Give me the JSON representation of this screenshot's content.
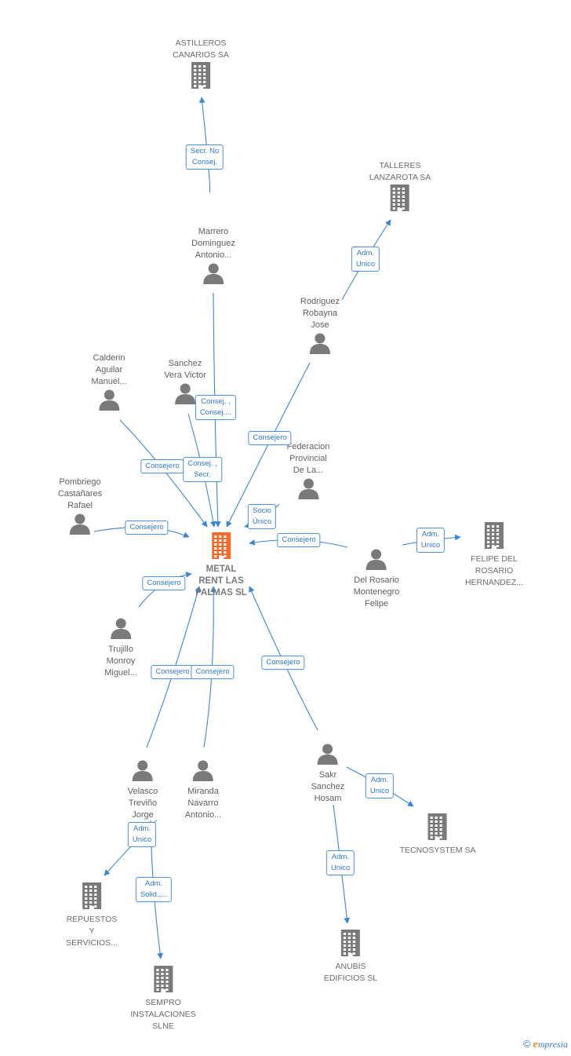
{
  "colors": {
    "edge": "#3d85d6",
    "icon": "#7a7a7a",
    "main_icon": "#f26a2d",
    "label_border": "#4a8fd8"
  },
  "nodes": [
    {
      "id": "main",
      "type": "company",
      "main": true,
      "label": "METAL\nRENT LAS\nPALMAS  SL"
    },
    {
      "id": "astilleros",
      "type": "company",
      "label": "ASTILLEROS\nCANARIOS SA"
    },
    {
      "id": "talleres",
      "type": "company",
      "label": "TALLERES\nLANZAROTA SA"
    },
    {
      "id": "felipe_del_rosario",
      "type": "company",
      "label": "FELIPE DEL\nROSARIO\nHERNANDEZ..."
    },
    {
      "id": "tecnosystem",
      "type": "company",
      "label": "TECNOSYSTEM SA"
    },
    {
      "id": "anubis",
      "type": "company",
      "label": "ANUBIS\nEDIFICIOS  SL"
    },
    {
      "id": "repuestos",
      "type": "company",
      "label": "REPUESTOS\nY\nSERVICIOS..."
    },
    {
      "id": "sempro",
      "type": "company",
      "label": "SEMPRO\nINSTALACIONES\nSLNE"
    },
    {
      "id": "marrero",
      "type": "person",
      "label": "Marrero\nDominguez\nAntonio..."
    },
    {
      "id": "rodriguez",
      "type": "person",
      "label": "Rodriguez\nRobayna\nJose"
    },
    {
      "id": "calderin",
      "type": "person",
      "label": "Calderin\nAguilar\nManuel..."
    },
    {
      "id": "sanchez_vera",
      "type": "person",
      "label": "Sanchez\nVera Victor"
    },
    {
      "id": "federacion",
      "type": "person",
      "label": "Federacion\nProvincial\nDe La..."
    },
    {
      "id": "pombriego",
      "type": "person",
      "label": "Pombriego\nCastañares\nRafael"
    },
    {
      "id": "del_rosario",
      "type": "person",
      "label": "Del Rosario\nMontenegro\nFelipe"
    },
    {
      "id": "trujillo",
      "type": "person",
      "label": "Trujillo\nMonroy\nMiguel..."
    },
    {
      "id": "velasco",
      "type": "person",
      "label": "Velasco\nTreviño\nJorge"
    },
    {
      "id": "miranda",
      "type": "person",
      "label": "Miranda\nNavarro\nAntonio..."
    },
    {
      "id": "sakr",
      "type": "person",
      "label": "Sakr\nSanchez\nHosam"
    }
  ],
  "edges": [
    {
      "from": "marrero",
      "to": "astilleros",
      "label": "Secr.  No\nConsej."
    },
    {
      "from": "rodriguez",
      "to": "talleres",
      "label": "Adm.\nUnico"
    },
    {
      "from": "marrero",
      "to": "main",
      "label": "Consej. ,\nConsej...."
    },
    {
      "from": "rodriguez",
      "to": "main",
      "label": "Consejero"
    },
    {
      "from": "calderin",
      "to": "main",
      "label": "Consejero"
    },
    {
      "from": "sanchez_vera",
      "to": "main",
      "label": "Consej. ,\nSecr."
    },
    {
      "from": "federacion",
      "to": "main",
      "label": "Socio\nÚnico"
    },
    {
      "from": "pombriego",
      "to": "main",
      "label": "Consejero"
    },
    {
      "from": "del_rosario",
      "to": "main",
      "label": "Consejero"
    },
    {
      "from": "del_rosario",
      "to": "felipe_del_rosario",
      "label": "Adm.\nUnico"
    },
    {
      "from": "trujillo",
      "to": "main",
      "label": "Consejero"
    },
    {
      "from": "velasco",
      "to": "main",
      "label": "Consejero"
    },
    {
      "from": "miranda",
      "to": "main",
      "label": "Consejero"
    },
    {
      "from": "sakr",
      "to": "main",
      "label": "Consejero"
    },
    {
      "from": "sakr",
      "to": "tecnosystem",
      "label": "Adm.\nUnico"
    },
    {
      "from": "sakr",
      "to": "anubis",
      "label": "Adm.\nUnico"
    },
    {
      "from": "velasco",
      "to": "repuestos",
      "label": "Adm.\nUnico"
    },
    {
      "from": "velasco",
      "to": "sempro",
      "label": "Adm.\nSolid.,..."
    }
  ],
  "footer": {
    "copyright": "©",
    "brand_initial": "e",
    "brand_rest": "mpresia"
  }
}
